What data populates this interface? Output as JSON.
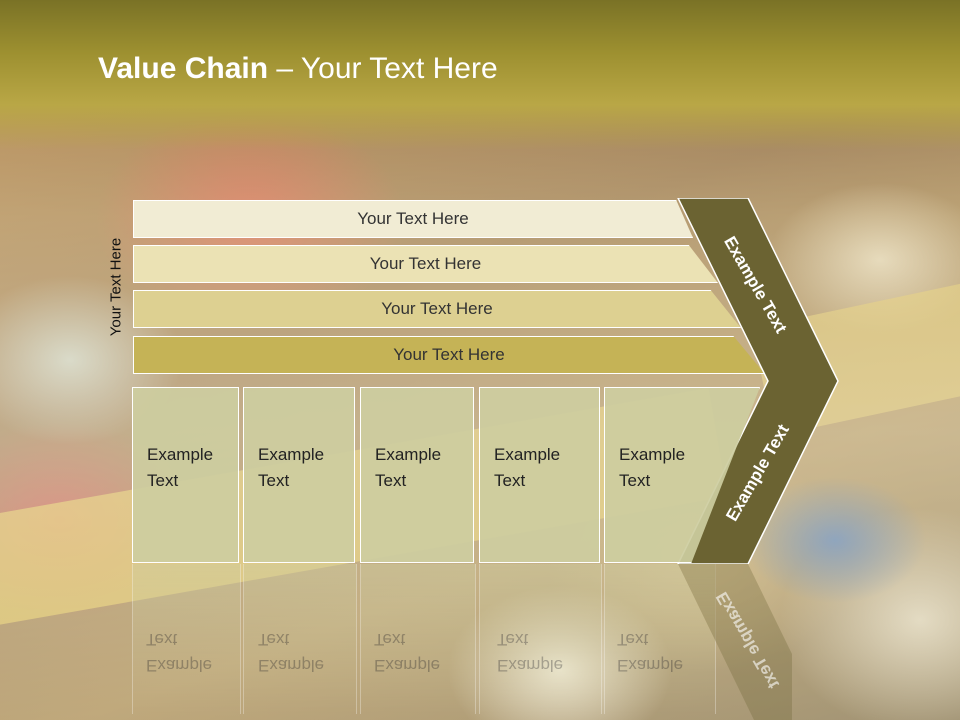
{
  "slide": {
    "title_bold": "Value Chain",
    "title_rest": " – Your Text Here",
    "side_label": "Your Text Here",
    "rows": [
      {
        "label": "Your Text Here"
      },
      {
        "label": "Your Text Here"
      },
      {
        "label": "Your Text Here"
      },
      {
        "label": "Your Text Here"
      }
    ],
    "chevron_labels": [
      "Example Text",
      "Example Text"
    ],
    "boxes": [
      {
        "line1": "Example",
        "line2": "Text"
      },
      {
        "line1": "Example",
        "line2": "Text"
      },
      {
        "line1": "Example",
        "line2": "Text"
      },
      {
        "line1": "Example",
        "line2": "Text"
      },
      {
        "line1": "Example",
        "line2": "Text"
      }
    ],
    "colors": {
      "header": "#9d9030",
      "row1": "#f1ecd4",
      "row2": "#ebe2b4",
      "row3": "#ddd091",
      "row4": "#c5b356",
      "chevron": "#6b6332",
      "box": "#cdcda0"
    }
  }
}
